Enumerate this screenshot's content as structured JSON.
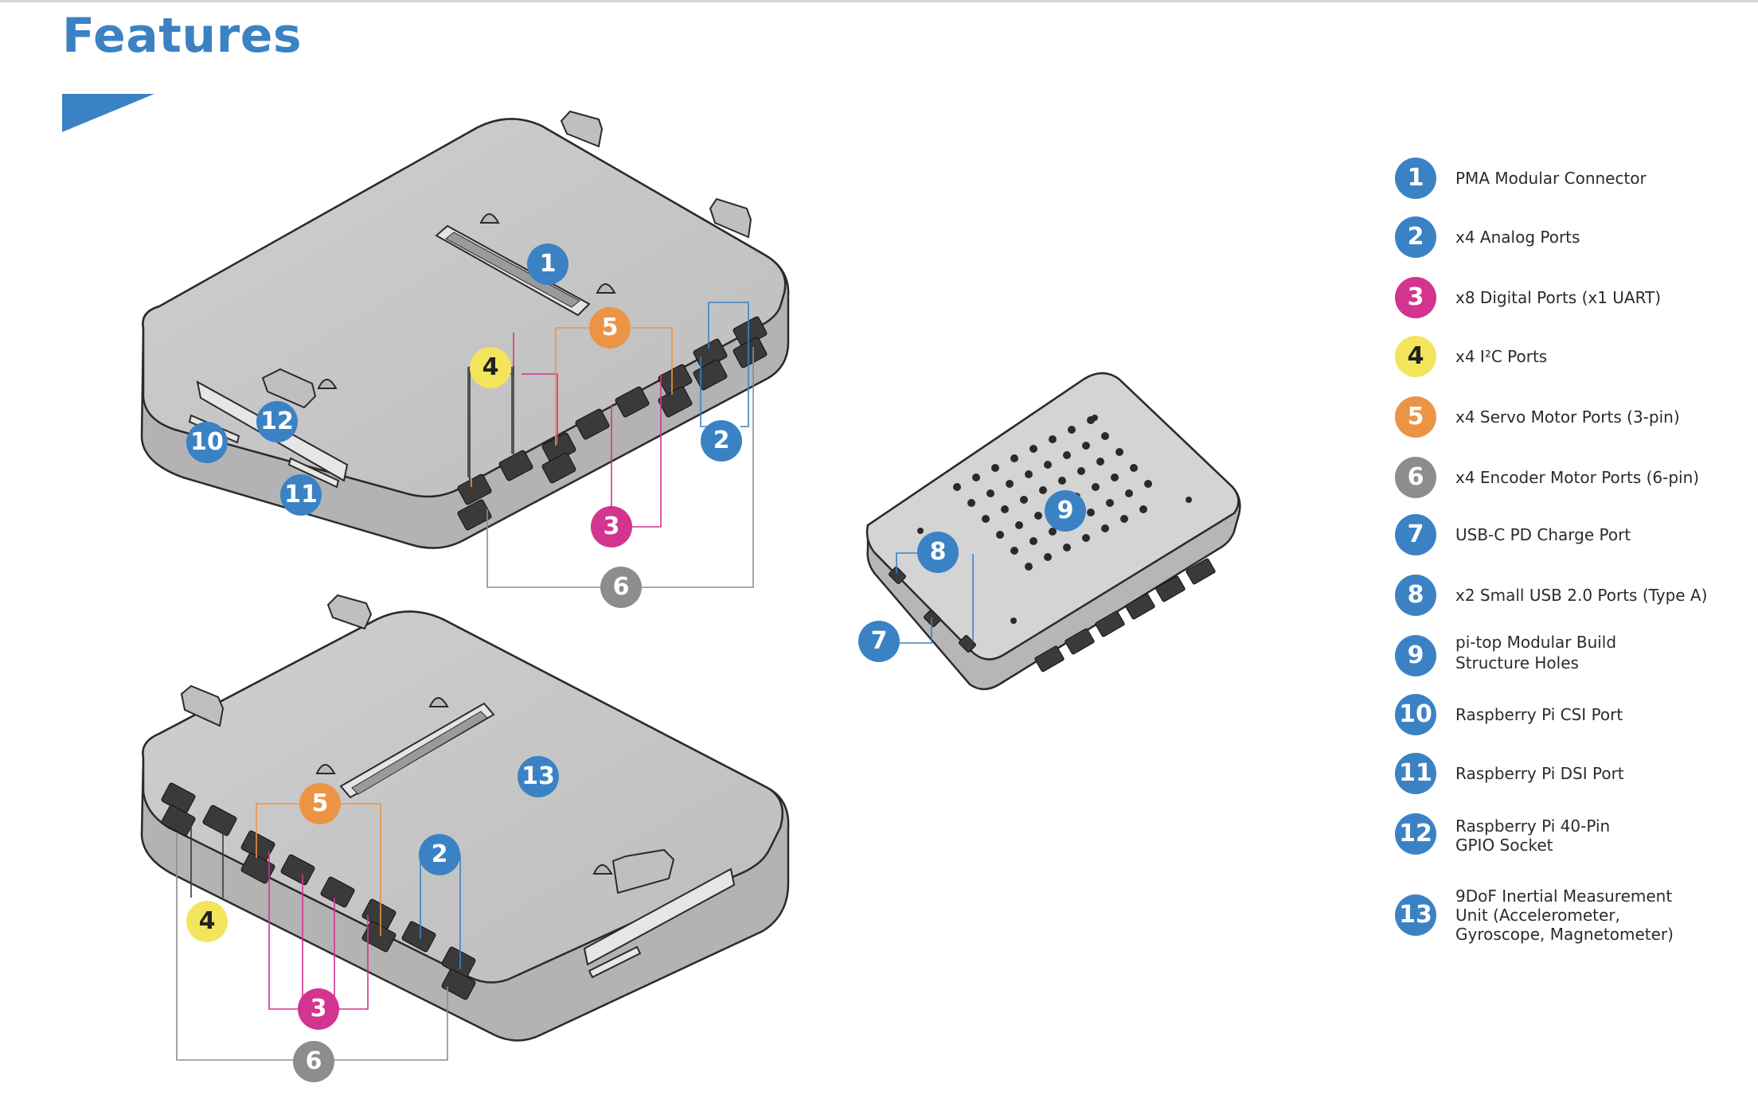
{
  "page": {
    "title": "Features"
  },
  "colors": {
    "blue": "#3b82c4",
    "magenta": "#d2348f",
    "yellow": "#f2e55c",
    "orange": "#ec9445",
    "gray": "#8d8d8d",
    "device_body": "#c9c9c9",
    "device_outline": "#2a2a2a"
  },
  "legend": [
    {
      "number": "1",
      "text": "PMA Modular Connector",
      "color": "blue"
    },
    {
      "number": "2",
      "text": "x4 Analog Ports",
      "color": "blue"
    },
    {
      "number": "3",
      "text": "x8 Digital Ports (x1 UART)",
      "color": "magenta"
    },
    {
      "number": "4",
      "text": "x4 I²C Ports",
      "color": "yellow"
    },
    {
      "number": "5",
      "text": "x4 Servo Motor Ports (3-pin)",
      "color": "orange"
    },
    {
      "number": "6",
      "text": "x4 Encoder Motor Ports (6-pin)",
      "color": "gray"
    },
    {
      "number": "7",
      "text": "USB-C PD Charge Port",
      "color": "blue"
    },
    {
      "number": "8",
      "text": "x2 Small USB 2.0 Ports (Type A)",
      "color": "blue"
    },
    {
      "number": "9",
      "text": "pi-top Modular Build\nStructure Holes",
      "color": "blue"
    },
    {
      "number": "10",
      "text": "Raspberry Pi CSI Port",
      "color": "blue"
    },
    {
      "number": "11",
      "text": "Raspberry Pi DSI Port",
      "color": "blue"
    },
    {
      "number": "12",
      "text": "Raspberry Pi 40-Pin\nGPIO Socket",
      "color": "blue"
    },
    {
      "number": "13",
      "text": "9DoF Inertial Measurement\nUnit (Accelerometer,\nGyroscope, Magnetometer)",
      "color": "blue"
    }
  ],
  "callouts": {
    "top": [
      "1",
      "5",
      "4",
      "2",
      "12",
      "10",
      "11",
      "3",
      "6"
    ],
    "right": [
      "9",
      "8",
      "7"
    ],
    "bottom": [
      "5",
      "13",
      "2",
      "4",
      "3",
      "6"
    ]
  }
}
